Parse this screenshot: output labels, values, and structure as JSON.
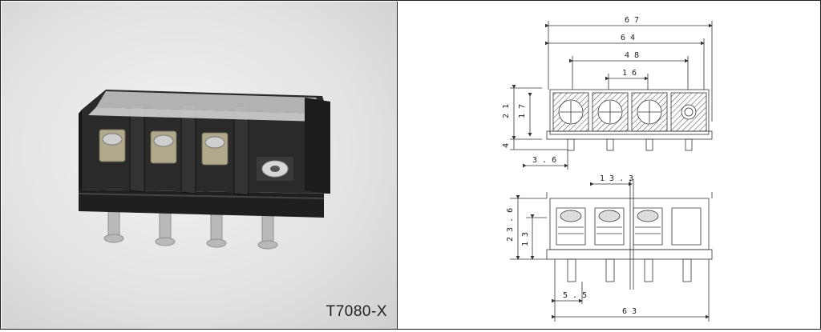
{
  "product": {
    "model": "T7080-X"
  },
  "top_view": {
    "dims": {
      "overall_width": "6 7",
      "body_width": "6 4",
      "pitch_span": "4 8",
      "pitch": "1 6",
      "height": "2 1",
      "inner_height": "1 7",
      "pin_length": "4",
      "pin_offset": "3 . 6"
    }
  },
  "front_view": {
    "dims": {
      "gap": "1 3 . 3",
      "height": "2 3 . 6",
      "lower_height": "1 3",
      "pin_pitch": "5 . 5",
      "pin_span": "6 3"
    }
  }
}
